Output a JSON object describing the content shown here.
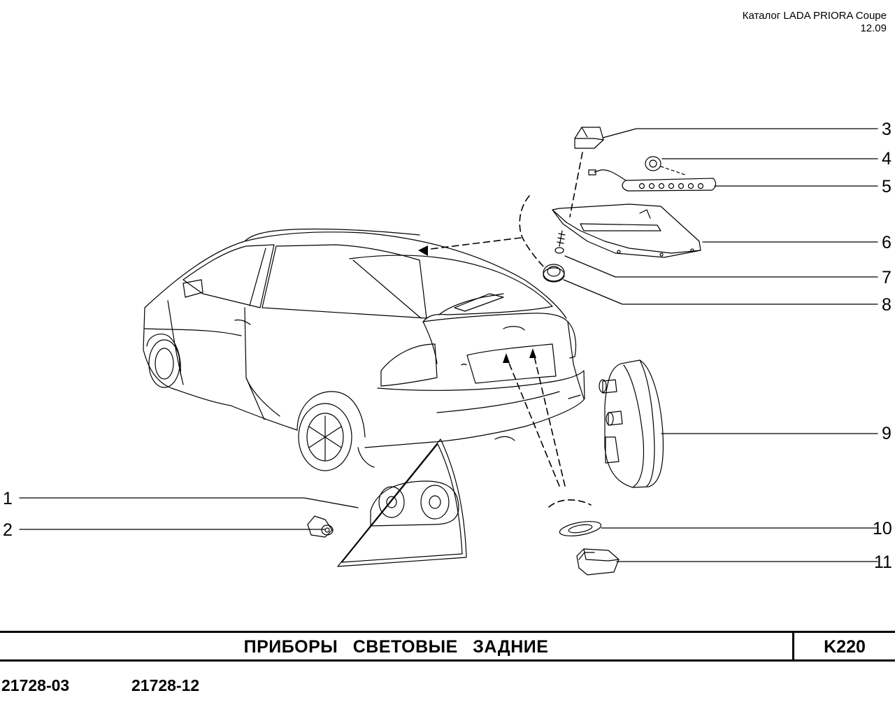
{
  "header": {
    "catalog_title": "Каталог  LADA  PRIORA  Coupe",
    "date": "12.09"
  },
  "callouts": [
    {
      "number": "1"
    },
    {
      "number": "2"
    },
    {
      "number": "3"
    },
    {
      "number": "4"
    },
    {
      "number": "5"
    },
    {
      "number": "6"
    },
    {
      "number": "7"
    },
    {
      "number": "8"
    },
    {
      "number": "9"
    },
    {
      "number": "10"
    },
    {
      "number": "11"
    }
  ],
  "section": {
    "title": "ПРИБОРЫ СВЕТОВЫЕ ЗАДНИЕ",
    "code": "K220"
  },
  "models": [
    "21728-03",
    "21728-12"
  ]
}
